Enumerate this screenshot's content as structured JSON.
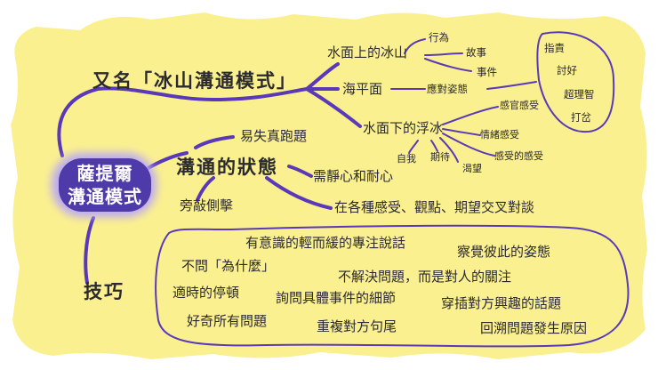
{
  "colors": {
    "background_blob": "#fbf08f",
    "line": "#5a39b8",
    "center_fill": "#4e3aa8",
    "center_glow": "#b9a8f5",
    "text": "#2a2a30"
  },
  "center": {
    "line1": "薩提爾",
    "line2": "溝通模式"
  },
  "alias": {
    "label": "又名「冰山溝通模式」",
    "above_water": {
      "label": "水面上的冰山",
      "items": [
        "行為",
        "故事",
        "事件"
      ]
    },
    "sea_level": {
      "label": "海平面",
      "item": "應對姿態",
      "postures": [
        "指責",
        "討好",
        "超理智",
        "打岔"
      ]
    },
    "below_water": {
      "label": "水面下的浮冰",
      "items": [
        "感官感受",
        "情緒感受",
        "感受的感受",
        "自我",
        "期待",
        "渴望"
      ]
    }
  },
  "state": {
    "label": "溝通的狀態",
    "items": [
      "易失真跑題",
      "需靜心和耐心",
      "旁敲側擊",
      "在各種感受、觀點、期望交叉對談"
    ]
  },
  "skills": {
    "label": "技巧",
    "items": [
      "有意識的輕而緩的專注說話",
      "察覺彼此的姿態",
      "不問「為什麼」",
      "不解決問題，而是對人的關注",
      "適時的停頓",
      "詢問具體事件的細節",
      "穿插對方興趣的話題",
      "好奇所有問題",
      "重複對方句尾",
      "回溯問題發生原因"
    ]
  }
}
